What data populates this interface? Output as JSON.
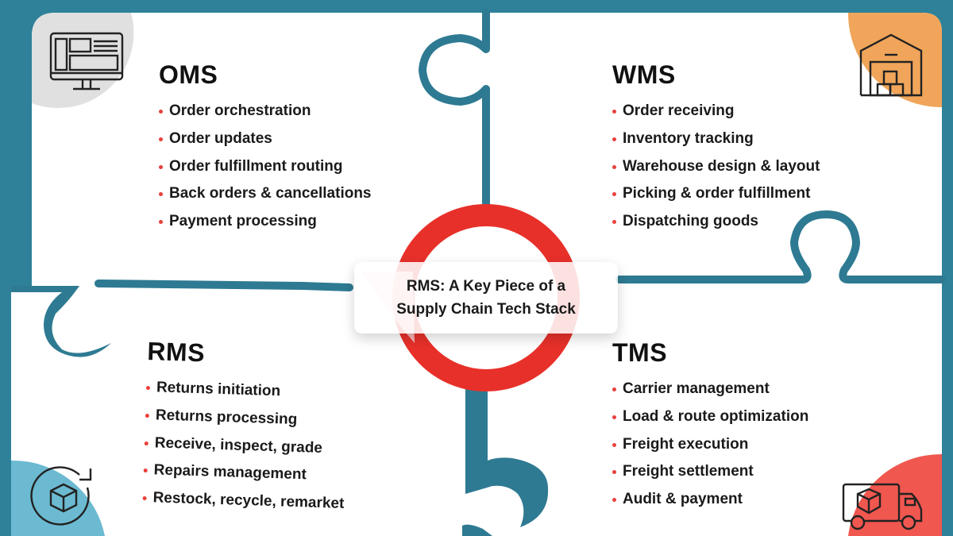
{
  "diagram": {
    "center_callout": {
      "line1": "RMS: A Key Piece of a",
      "line2": "Supply Chain Tech Stack"
    },
    "sections": {
      "oms": {
        "title": "OMS",
        "icon": "monitor-icon",
        "items": [
          "Order orchestration",
          "Order updates",
          "Order fulfillment routing",
          "Back orders & cancellations",
          "Payment processing"
        ]
      },
      "wms": {
        "title": "WMS",
        "icon": "warehouse-icon",
        "items": [
          "Order receiving",
          "Inventory tracking",
          "Warehouse design & layout",
          "Picking & order fulfillment",
          "Dispatching goods"
        ]
      },
      "rms": {
        "title": "RMS",
        "icon": "return-box-icon",
        "items": [
          "Returns initiation",
          "Returns processing",
          "Receive, inspect, grade",
          "Repairs management",
          "Restock, recycle, remarket"
        ]
      },
      "tms": {
        "title": "TMS",
        "icon": "delivery-truck-icon",
        "items": [
          "Carrier management",
          "Load & route optimization",
          "Freight execution",
          "Freight settlement",
          "Audit & payment"
        ]
      }
    },
    "colors": {
      "teal": "#2e8199",
      "ring_red": "#e8302a",
      "bullet_red": "#e8403b",
      "oms_circle": "#e0e0e0",
      "wms_circle": "#f0a55a",
      "rms_circle": "#6bbad1",
      "tms_circle": "#f0574f"
    }
  }
}
